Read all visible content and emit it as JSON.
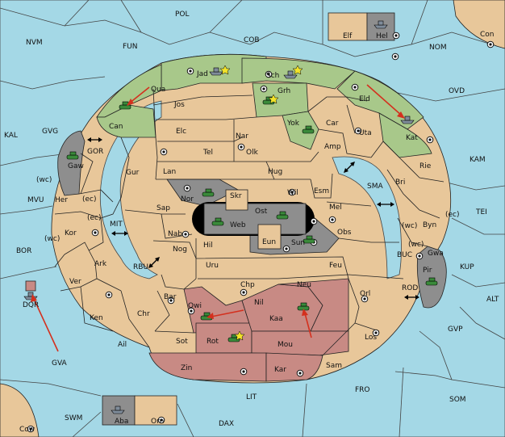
{
  "regions": {
    "pol": "POL",
    "nvm": "NVM",
    "fun": "FUN",
    "cob": "COB",
    "nom": "NOM",
    "con": "Con",
    "ovd": "OVD",
    "elf": "Elf",
    "hel": "Hel",
    "kal": "KAL",
    "gvg": "GVG",
    "gor": "GOR",
    "mvu": "MVU",
    "kam": "KAM",
    "tei": "TEI",
    "bor": "BOR",
    "mit": "MIT",
    "rbu": "RBU",
    "sma": "SMA",
    "buc": "BUC",
    "kup": "KUP",
    "rod": "ROD",
    "alt": "ALT",
    "gvp": "GVP",
    "dqr": "DQR",
    "gva": "GVA",
    "fro": "FRO",
    "som": "SOM",
    "lit": "LIT",
    "swm": "SWM",
    "dax": "DAX",
    "cow": "Cow",
    "aba": "Aba",
    "orn": "Orn",
    "jad": "Jad",
    "sch": "Sch",
    "qua": "Qua",
    "can": "Can",
    "jos": "Jos",
    "grh": "Grh",
    "eld": "Eld",
    "kat": "Kat",
    "uta": "Uta",
    "car": "Car",
    "yok": "Yok",
    "amp": "Amp",
    "elc": "Elc",
    "nar": "Nar",
    "tel": "Tel",
    "olk": "Olk",
    "gaw": "Gaw",
    "gur": "Gur",
    "lan": "Lan",
    "hug": "Hug",
    "rie": "Rie",
    "bri": "Bri",
    "wil": "Wil",
    "esm": "Esm",
    "her": "Her",
    "wc1": "(wc)",
    "ec1": "(ec)",
    "nor": "Nor",
    "skr": "Skr",
    "sap": "Sap",
    "ost": "Ost",
    "mel": "Mel",
    "web": "Web",
    "ec2": "(ec)",
    "kor": "Kor",
    "wc2": "(wc)",
    "byn": "Byn",
    "wc3": "(wc)",
    "ec3": "(ec)",
    "nab": "Nab",
    "eun": "Eun",
    "sun": "Sun",
    "obs": "Obs",
    "wc4": "(wc)",
    "gwa": "Gwa",
    "hil": "Hil",
    "nog": "Nog",
    "ark": "Ark",
    "uru": "Uru",
    "feu": "Feu",
    "pir": "Pir",
    "ver": "Ver",
    "chp": "Chp",
    "neu": "Neu",
    "bar": "Bar",
    "orl": "Orl",
    "qwi": "Qwi",
    "nil": "Nil",
    "ken": "Ken",
    "chr": "Chr",
    "kaa": "Kaa",
    "los": "Los",
    "rot": "Rot",
    "ail": "Ail",
    "sot": "Sot",
    "mou": "Mou",
    "zin": "Zin",
    "kar": "Kar",
    "sam": "Sam"
  },
  "colors": {
    "sea": "#a4d8e6",
    "land": "#e8c79a",
    "player_green": "#a8c88a",
    "player_red": "#c88a84",
    "player_grey": "#8e8e8e",
    "move_arrow": "#d4301e"
  },
  "unit_icons": [
    "army-icon",
    "fleet-icon"
  ]
}
